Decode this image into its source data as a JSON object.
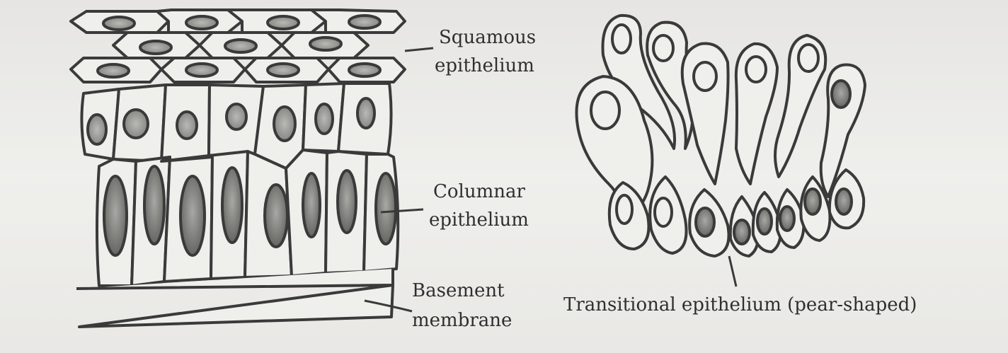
{
  "left_figure": {
    "labels": {
      "squamous_line1": "Squamous",
      "squamous_line2": "epithelium",
      "columnar_line1": "Columnar",
      "columnar_line2": "epithelium",
      "basement_line1": "Basement",
      "basement_line2": "membrane"
    }
  },
  "right_figure": {
    "caption": "Transitional epithelium (pear-shaped)"
  },
  "colors": {
    "ink": "#3a3a3a",
    "nucleus_fill": "#9a9a96",
    "background": "#ecebe8"
  }
}
